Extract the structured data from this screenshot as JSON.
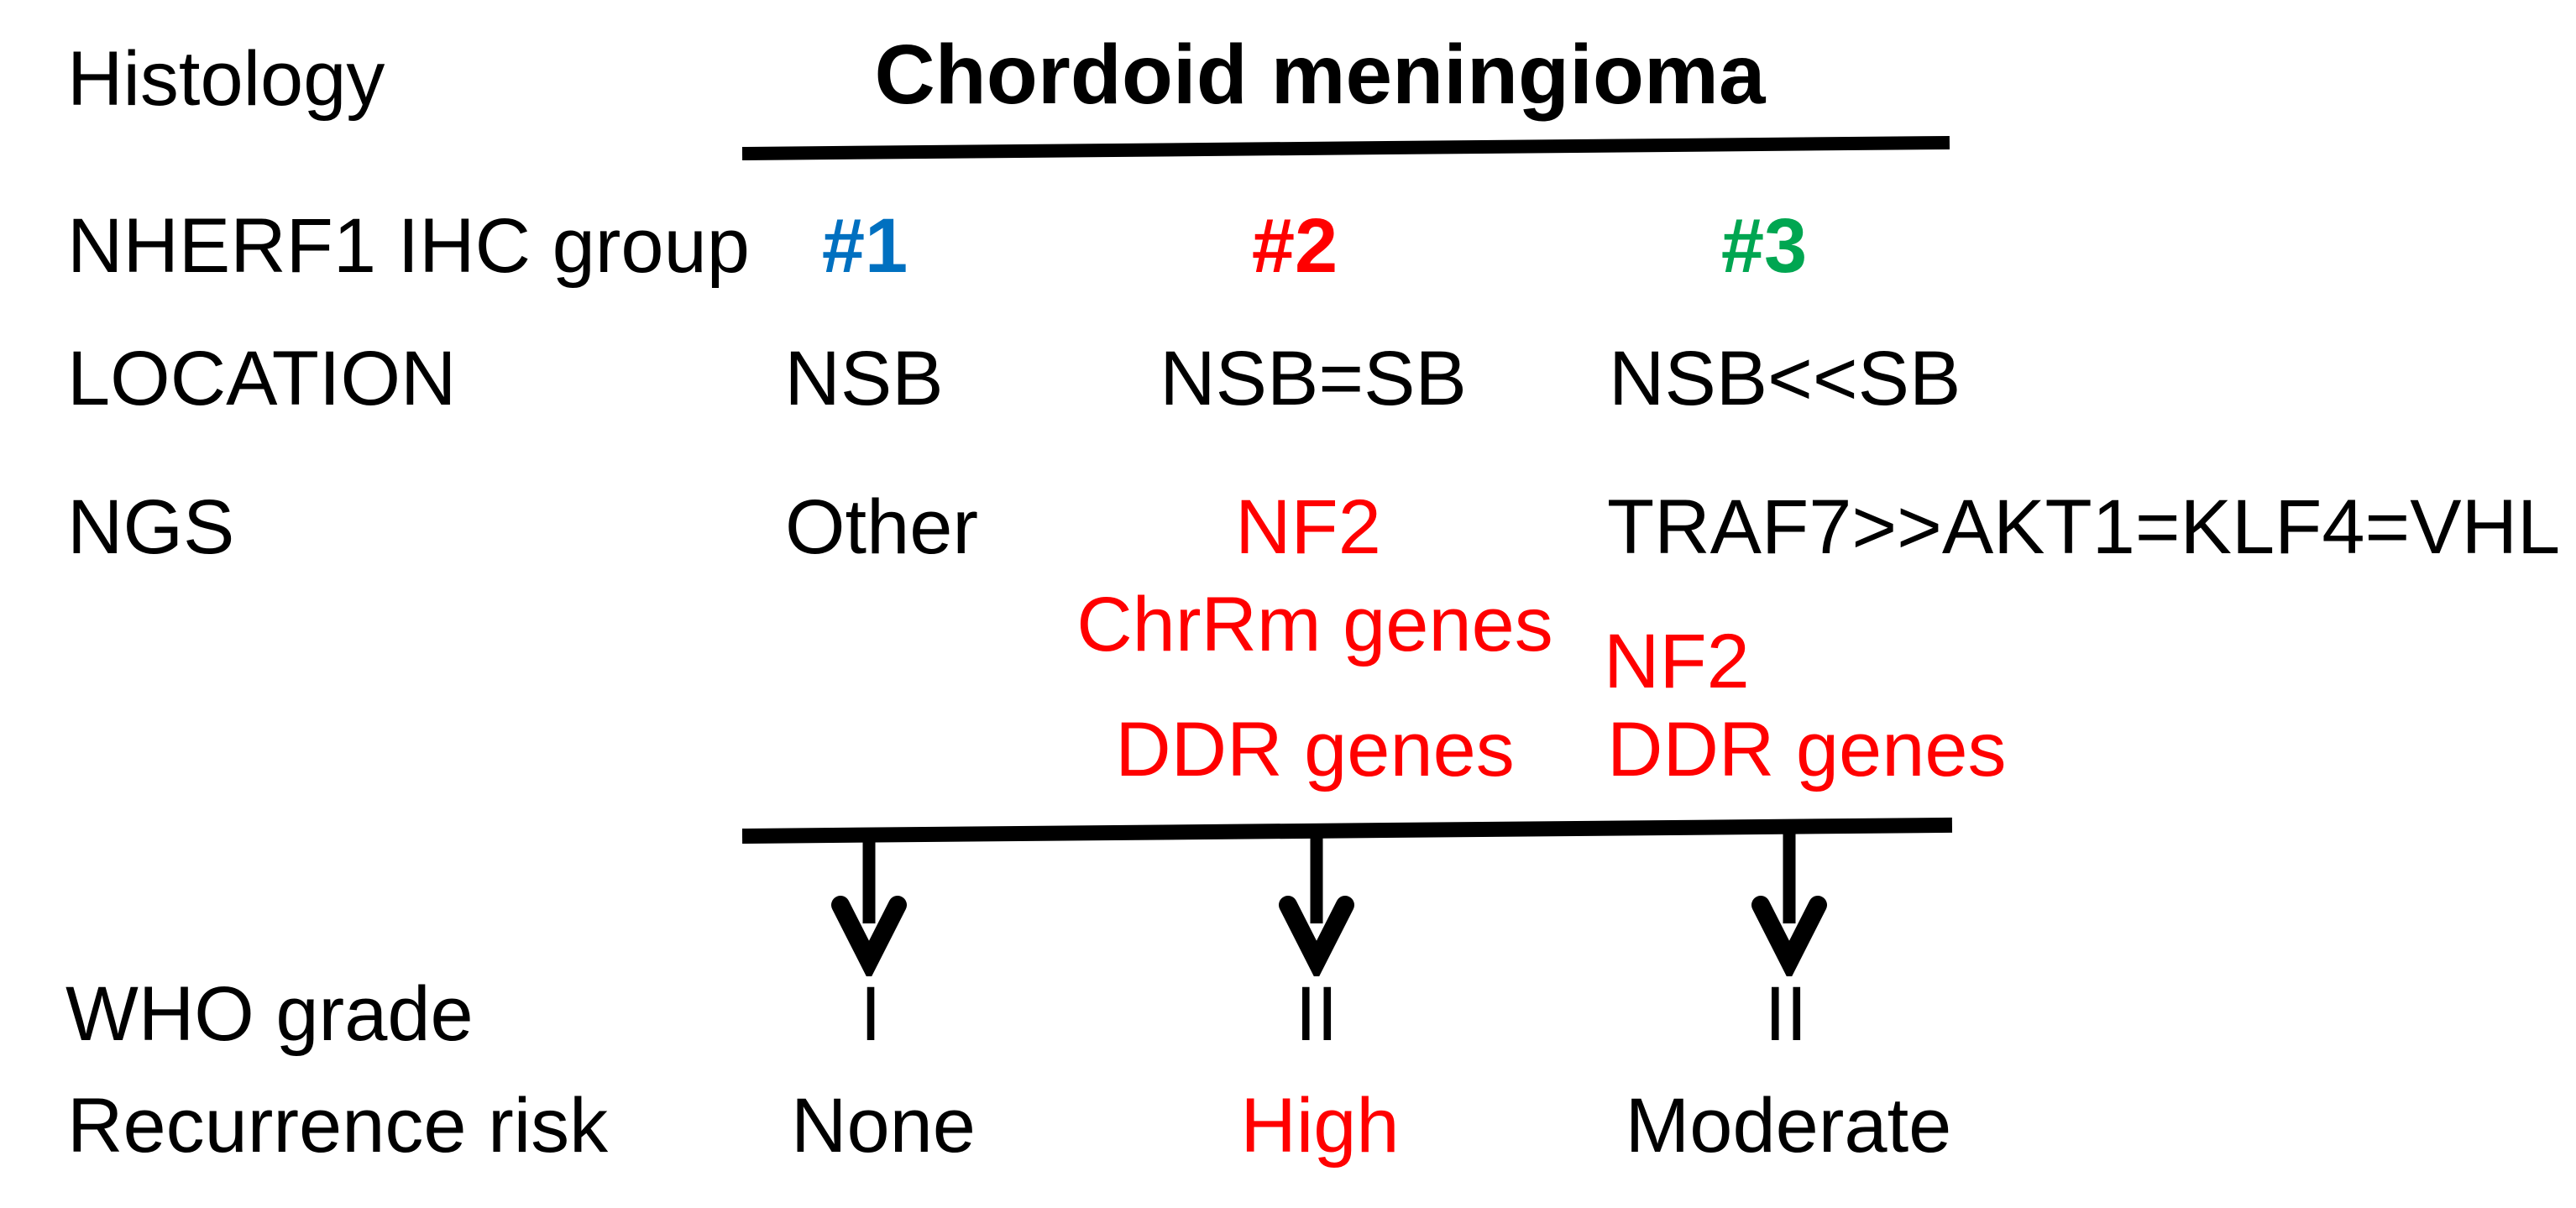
{
  "figure_title": "Chordoid meningioma",
  "colors": {
    "black": "#000000",
    "blue_group1": "#0070C0",
    "red_group2": "#FF0000",
    "green_group3": "#00A651"
  },
  "rows": {
    "histology": {
      "label": "Histology"
    },
    "ihc": {
      "label": "NHERF1 IHC group",
      "group1": "#1",
      "group2": "#2",
      "group3": "#3"
    },
    "location": {
      "label": "LOCATION",
      "col1": "NSB",
      "col2": "NSB=SB",
      "col3": "NSB<<SB"
    },
    "ngs": {
      "label": "NGS",
      "col1": "Other",
      "col2_line1": "NF2",
      "col2_line2": "ChrRm genes",
      "col2_line3": "DDR genes",
      "col3_line1": "TRAF7>>AKT1=KLF4=VHL",
      "col3_line2": "NF2",
      "col3_line3": "DDR genes"
    },
    "who": {
      "label": "WHO grade",
      "col1": "I",
      "col2": "II",
      "col3": "II"
    },
    "risk": {
      "label": "Recurrence risk",
      "col1": "None",
      "col2": "High",
      "col3": "Moderate"
    }
  }
}
